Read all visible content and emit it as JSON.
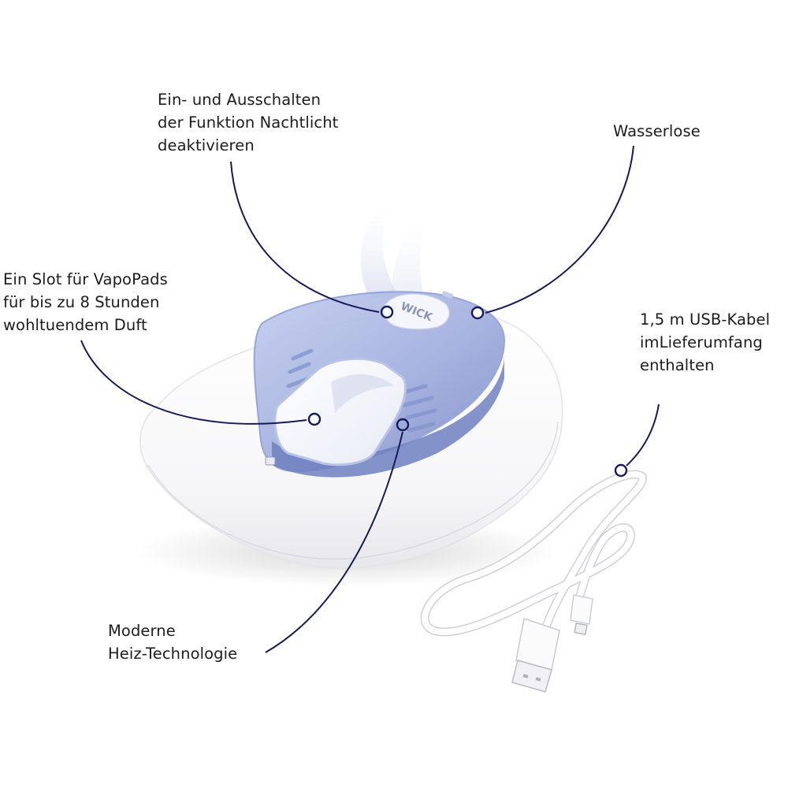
{
  "product": {
    "brand_logo_text": "WICK",
    "colors": {
      "callout_line": "#16195a",
      "device_body": "#f7f7f9",
      "tray_blue": "#9aa8d8",
      "tray_blue_dark": "#7182c0",
      "background": "#ffffff"
    }
  },
  "callouts": [
    {
      "id": "night-light",
      "lines": [
        "Ein- und Ausschalten",
        "der Funktion Nachtlicht",
        "deaktivieren"
      ],
      "target": [
        491,
        396
      ]
    },
    {
      "id": "waterless",
      "lines": [
        "Wasserlose"
      ],
      "target": [
        606,
        397
      ]
    },
    {
      "id": "vapopad-slot",
      "lines": [
        "Ein Slot für VapoPads",
        "für bis zu 8 Stunden",
        "wohltuendem Duft"
      ],
      "target": [
        399,
        532
      ]
    },
    {
      "id": "usb-cable",
      "lines": [
        "1,5 m USB-Kabel",
        "imLieferumfang",
        "enthalten"
      ],
      "target": [
        788,
        597
      ]
    },
    {
      "id": "heating-tech",
      "lines": [
        "Moderne",
        "Heiz-Technologie"
      ],
      "target": [
        511,
        539
      ]
    }
  ]
}
